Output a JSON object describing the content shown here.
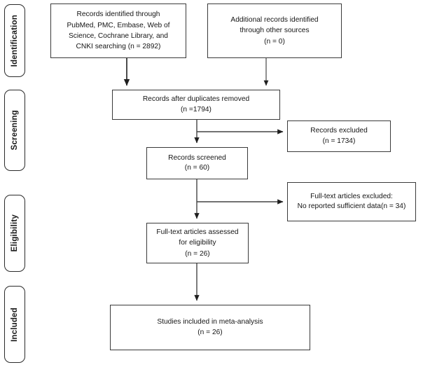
{
  "diagram": {
    "type": "prisma-flow-diagram",
    "title": "PRISMA study selection flow diagram",
    "line_color": "#3a3a3a",
    "text_color": "#151515",
    "background": "#ffffff"
  },
  "stages": [
    {
      "key": "identification",
      "label": "Identification"
    },
    {
      "key": "screening",
      "label": "Screening"
    },
    {
      "key": "eligibility",
      "label": "Eligibility"
    },
    {
      "key": "included",
      "label": "Included"
    }
  ],
  "boxes": {
    "records_identified": {
      "text": "Records identified through\nPubMed, PMC, Embase, Web of\nScience, Cochrane Library, and\nCNKI searching (n = 2892)",
      "count": 2892
    },
    "additional_records": {
      "text": "Additional records identified\nthrough other sources\n(n = 0)",
      "count": 0
    },
    "duplicates_removed": {
      "text": "Records after duplicates removed\n(n =1794)",
      "count": 1794
    },
    "records_excluded": {
      "text": "Records excluded\n(n = 1734)",
      "count": 1734
    },
    "records_screened": {
      "text": "Records screened\n(n = 60)",
      "count": 60
    },
    "fulltext_excluded": {
      "text": "Full-text articles excluded:\nNo reported sufficient data(n = 34)",
      "count": 34
    },
    "fulltext_assessed": {
      "text": "Full-text articles assessed\nfor eligibility\n(n = 26)",
      "count": 26
    },
    "studies_included": {
      "text": "Studies included in meta-analysis\n(n = 26)",
      "count": 26
    }
  }
}
